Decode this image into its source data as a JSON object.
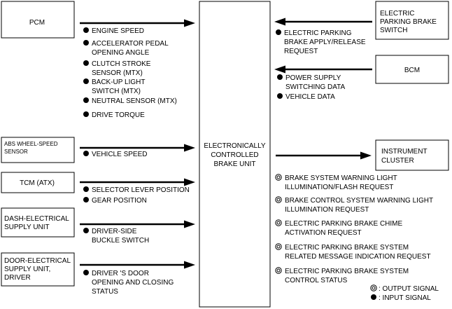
{
  "center_unit": {
    "lines": [
      "ELECTRONICALLY",
      "CONTROLLED",
      "BRAKE UNIT"
    ]
  },
  "left_sources": [
    {
      "id": "pcm",
      "lines": [
        "PCM"
      ],
      "signals": [
        {
          "lines": [
            "ENGINE SPEED"
          ]
        },
        {
          "lines": [
            "ACCELERATOR PEDAL",
            "OPENING ANGLE"
          ]
        },
        {
          "lines": [
            "CLUTCH STROKE",
            "SENSOR (MTX)"
          ]
        },
        {
          "lines": [
            "BACK-UP LIGHT",
            "SWITCH (MTX)"
          ]
        },
        {
          "lines": [
            "NEUTRAL SENSOR (MTX)"
          ]
        },
        {
          "lines": [
            "DRIVE TORQUE"
          ]
        }
      ]
    },
    {
      "id": "abs",
      "lines": [
        "ABS WHEEL-SPEED",
        "SENSOR"
      ],
      "signals": [
        {
          "lines": [
            "VEHICLE SPEED"
          ]
        }
      ]
    },
    {
      "id": "tcm",
      "lines": [
        "TCM (ATX)"
      ],
      "signals": [
        {
          "lines": [
            "SELECTOR LEVER POSITION"
          ]
        },
        {
          "lines": [
            "GEAR POSITION"
          ]
        }
      ]
    },
    {
      "id": "dash",
      "lines": [
        "DASH-ELECTRICAL",
        "SUPPLY UNIT"
      ],
      "signals": [
        {
          "lines": [
            "DRIVER-SIDE",
            "BUCKLE SWITCH"
          ]
        }
      ]
    },
    {
      "id": "door",
      "lines": [
        "DOOR-ELECTRICAL",
        "SUPPLY UNIT,",
        "DRIVER"
      ],
      "signals": [
        {
          "lines": [
            "DRIVER 'S DOOR",
            "OPENING AND CLOSING",
            "STATUS"
          ]
        }
      ]
    }
  ],
  "right_sources": [
    {
      "id": "epb-switch",
      "lines": [
        "ELECTRIC",
        "PARKING BRAKE",
        "SWITCH"
      ],
      "signals": [
        {
          "lines": [
            "ELECTRIC PARKING",
            "BRAKE APPLY/RELEASE",
            "REQUEST"
          ]
        }
      ]
    },
    {
      "id": "bcm",
      "lines": [
        "BCM"
      ],
      "signals": [
        {
          "lines": [
            "POWER SUPPLY",
            "SWITCHING DATA"
          ]
        },
        {
          "lines": [
            "VEHICLE DATA"
          ]
        }
      ]
    }
  ],
  "output_target": {
    "lines": [
      "INSTRUMENT",
      "CLUSTER"
    ],
    "signals": [
      {
        "lines": [
          "BRAKE SYSTEM WARNING LIGHT",
          "ILLUMINATION/FLASH REQUEST"
        ]
      },
      {
        "lines": [
          "BRAKE CONTROL SYSTEM WARNING LIGHT",
          "ILLUMINATION REQUEST"
        ]
      },
      {
        "lines": [
          "ELECTRIC PARKING BRAKE CHIME",
          "ACTIVATION REQUEST"
        ]
      },
      {
        "lines": [
          "ELECTRIC PARKING BRAKE SYSTEM",
          "RELATED MESSAGE INDICATION REQUEST"
        ]
      },
      {
        "lines": [
          "ELECTRIC PARKING BRAKE SYSTEM",
          "CONTROL STATUS"
        ]
      }
    ]
  },
  "legend": {
    "output": ": OUTPUT SIGNAL",
    "input": ": INPUT SIGNAL"
  }
}
